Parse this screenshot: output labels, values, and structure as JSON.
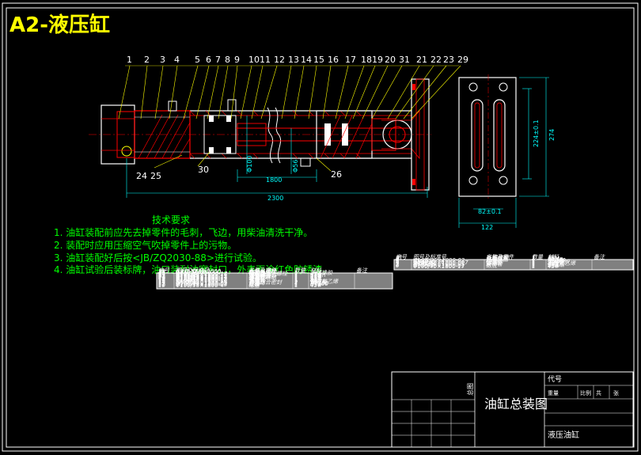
{
  "title": "A2-液压缸",
  "colors": {
    "background": "#000000",
    "frame": "#ffffff",
    "title": "#ffff00",
    "body": "#ff0000",
    "dim": "#00ffff",
    "notes": "#00ff00",
    "leader": "#ffff00",
    "table": "#ffffff"
  },
  "balloons": [
    "1",
    "2",
    "3",
    "4",
    "5",
    "6",
    "7",
    "8",
    "9",
    "10",
    "11",
    "12",
    "13",
    "14",
    "15",
    "16",
    "17",
    "18",
    "19",
    "20",
    "31",
    "21",
    "22",
    "23",
    "29"
  ],
  "lower_labels": [
    "24",
    "25",
    "30",
    "26"
  ],
  "dimensions": {
    "stroke": "1800",
    "total": "2300",
    "bore": "Φ100",
    "rod": "Φ56",
    "side_height_inner": "224±0.1",
    "side_height": "274",
    "side_width_inner": "82±0.1",
    "side_width": "122"
  },
  "notes": {
    "heading": "技术要求",
    "items": [
      "1. 油缸装配前应先去掉零件的毛刺，飞边，用柴油清洗干净。",
      "2. 装配时应用压缩空气吹掉零件上的污物。",
      "3. 油缸装配好后按<JB/ZQ2030-88>进行试验。",
      "4. 油缸试验后装标牌，油口装耐油塞封口，外表面涂红色防锈漆。"
    ]
  },
  "bom_left": {
    "header": [
      "序号",
      "图号及标准号",
      "名称及零件",
      "数量",
      "材料",
      "备注"
    ],
    "rows": [
      [
        "28",
        "GB/T 5782-2000",
        "六角头螺栓",
        "",
        "",
        ""
      ],
      [
        "27",
        "GB/T 5782-2000",
        "六角头螺栓",
        "",
        "",
        ""
      ],
      [
        "26",
        "GB1235-76",
        "O形圈",
        "1",
        "丁腈橡胶",
        ""
      ],
      [
        "25",
        "Φ100/56×1800-17",
        "前缸盖固定螺栓",
        "1",
        "45#",
        ""
      ],
      [
        "24",
        "Φ100/56×1800-16",
        "前缸盖",
        "1",
        "45#",
        ""
      ],
      [
        "23",
        "GE40ES",
        "关节轴承",
        "1",
        "65Mn",
        ""
      ],
      [
        "22",
        "Φ100/56×1800-15",
        "活塞杆头部",
        "1",
        "45#",
        ""
      ],
      [
        "21",
        "Φ100/56×1800-15",
        "活塞杆端",
        "1",
        "45#",
        ""
      ],
      [
        "20",
        "Φ100/56×1800-14",
        "活塞杆联结",
        "1",
        "45#",
        ""
      ],
      [
        "19",
        "Φ100/56×1800-13",
        "活塞杆",
        "1",
        "45#",
        ""
      ],
      [
        "18",
        "Φ100/56×1800-12",
        "导向套",
        "1",
        "A3",
        ""
      ],
      [
        "17",
        "Φ100/56×1800-11",
        "卡簧",
        "1",
        "A3",
        ""
      ],
      [
        "16",
        "Φ100/56×1800-10",
        "缓冲套",
        "1",
        "45#",
        ""
      ],
      [
        "15",
        "KF5975",
        "",
        "1",
        "聚四氟乙烯",
        ""
      ],
      [
        "14",
        "UN-70A",
        "孔用组合密封",
        "2",
        "聚氨酯",
        ""
      ],
      [
        "13",
        "Φ100/56×1800-09",
        "导向环",
        "1",
        "HT200",
        ""
      ],
      [
        "12",
        "Φ100/56×1800-08",
        "缸盖",
        "1",
        "HT300",
        ""
      ],
      [
        "11",
        "Φ100/56×1800-03",
        "缸筒",
        "1",
        "45#",
        ""
      ],
      [
        "10",
        "Φ100/56×1800-4",
        "活塞",
        "1",
        "45#",
        ""
      ]
    ]
  },
  "bom_right": {
    "header": [
      "序号",
      "图号及标准号",
      "名称及零件",
      "数量",
      "材料",
      "备注"
    ],
    "rows": [
      [
        "31",
        "",
        "挡圈螺钉",
        "1",
        "钢",
        ""
      ],
      [
        "9",
        "",
        "孔用挡圈",
        "1",
        "65Mn",
        ""
      ],
      [
        "8",
        "",
        "孔用挡圈",
        "1",
        "65Mn",
        ""
      ],
      [
        "7",
        "Φ100/56×1800-02",
        "活塞",
        "1",
        "HT300",
        ""
      ],
      [
        "6",
        "UN40",
        "",
        "1",
        "聚氨酯",
        ""
      ],
      [
        "5",
        "GB1235-76",
        "O形圈",
        "1",
        "丁腈橡胶",
        ""
      ],
      [
        "4",
        "Φ100/56×1800-007",
        "缸底",
        "1",
        "A3",
        ""
      ],
      [
        "3",
        "SF5875",
        "支承环",
        "1",
        "聚四氟乙烯",
        ""
      ],
      [
        "2",
        "Φ100/56×1800-05",
        "缓冲套",
        "1",
        "45#",
        ""
      ],
      [
        "1",
        "OHS-40",
        "",
        "1",
        "聚氨酯",
        ""
      ],
      [
        "0",
        "Φ100/56×1800-01",
        "缸底",
        "1",
        "45#",
        ""
      ],
      [
        "",
        "Φ100/40×1800-17",
        "",
        "1",
        "45#",
        ""
      ]
    ]
  },
  "title_block": {
    "drawing_name": "油缸总装图",
    "code_label": "代号",
    "school": "液压油缸",
    "scale_row": [
      "重量",
      "比例",
      "共",
      "张"
    ],
    "side_label": "总图"
  }
}
